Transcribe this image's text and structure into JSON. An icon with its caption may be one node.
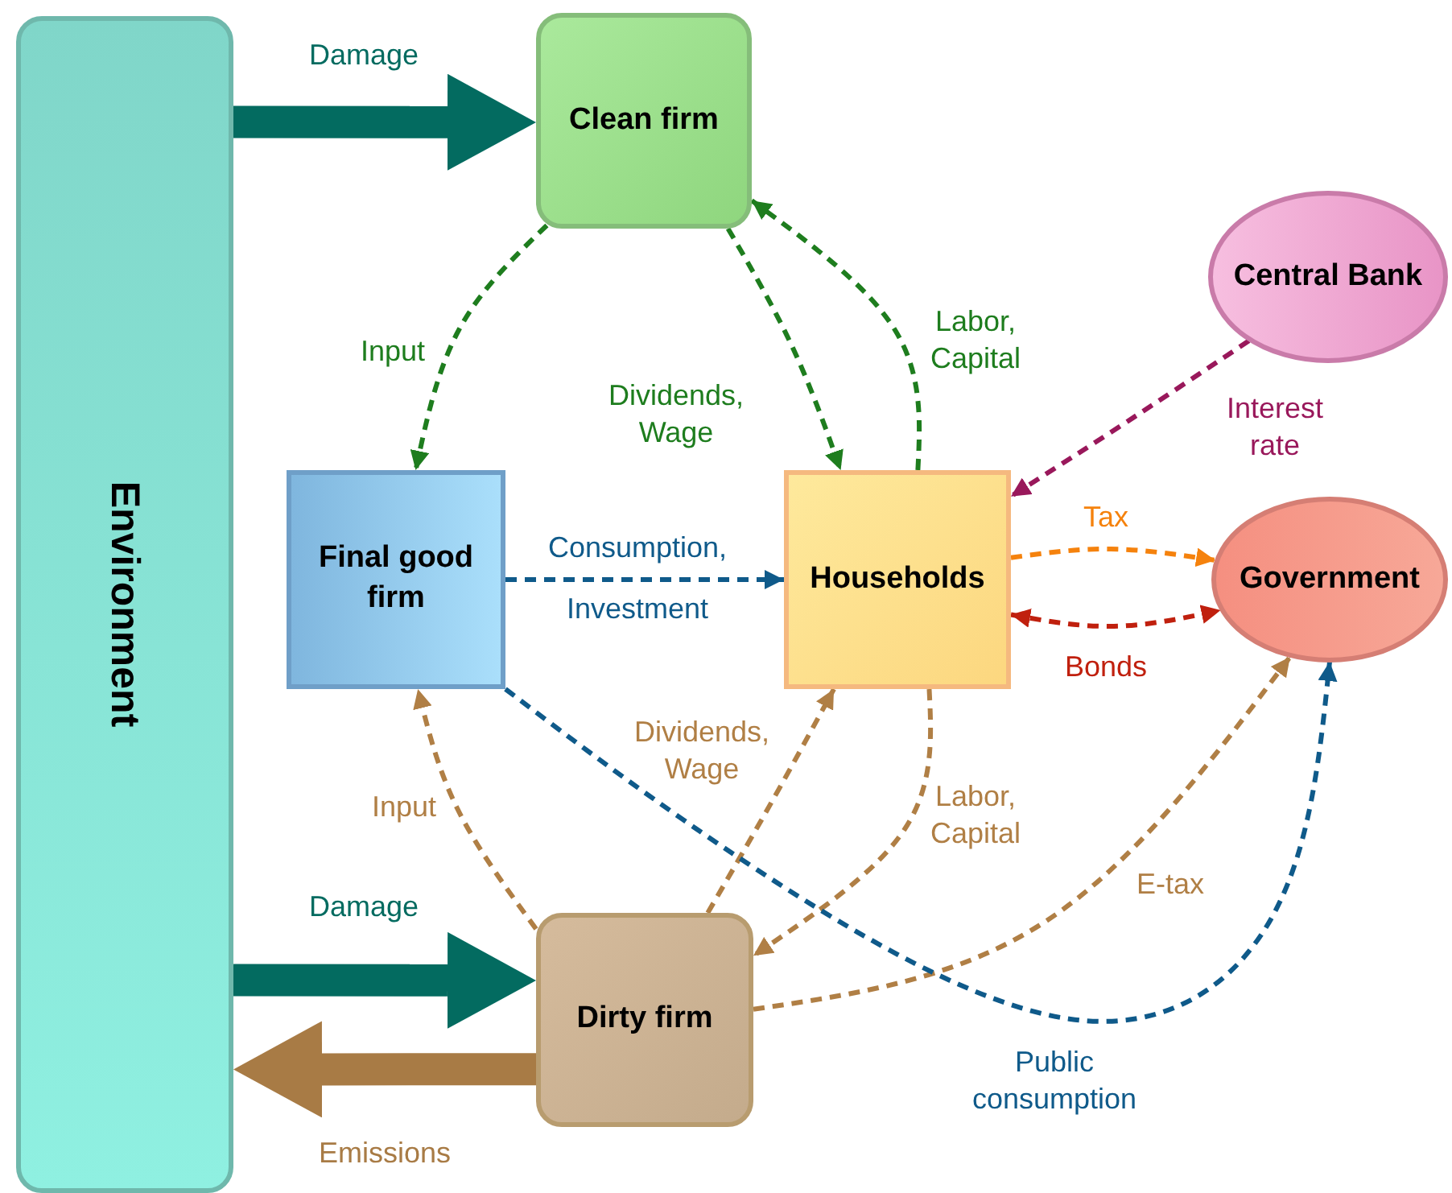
{
  "diagram": {
    "nodes": [
      {
        "text": [
          "Environment"
        ]
      },
      {
        "text": [
          "Clean firm"
        ]
      },
      {
        "text": [
          "Central Bank"
        ]
      },
      {
        "text": [
          "Final good firm"
        ]
      },
      {
        "text": [
          "Households"
        ]
      },
      {
        "text": [
          "Government"
        ]
      },
      {
        "text": [
          "Dirty firm"
        ]
      }
    ],
    "edges": [
      {
        "from": 0,
        "to": 1,
        "arrow": "to",
        "label": "Damage",
        "style": "thick",
        "color": "#036b60"
      },
      {
        "from": 0,
        "to": 6,
        "arrow": "to",
        "label": "Damage",
        "style": "thick",
        "color": "#036b60"
      },
      {
        "from": 6,
        "to": 0,
        "arrow": "to",
        "label": "Emissions",
        "style": "thick",
        "color": "#a87b45"
      },
      {
        "from": 1,
        "to": 3,
        "arrow": "to",
        "label": "Input",
        "style": "dashed",
        "color": "#1e7d1e"
      },
      {
        "from": 1,
        "to": 4,
        "arrow": "to",
        "label": "Dividends, Wage",
        "style": "dashed",
        "color": "#1e7d1e"
      },
      {
        "from": 4,
        "to": 1,
        "arrow": "to",
        "label": "Labor, Capital",
        "style": "dashed",
        "color": "#1e7d1e"
      },
      {
        "from": 2,
        "to": 4,
        "arrow": "to",
        "label": "Interest rate",
        "style": "dashed",
        "color": "#99185b"
      },
      {
        "from": 3,
        "to": 4,
        "arrow": "to",
        "label": "Consumption, Investment",
        "style": "dashed",
        "color": "#0f5a8a"
      },
      {
        "from": 4,
        "to": 5,
        "arrow": "to",
        "label": "Tax",
        "style": "dashed",
        "color": "#f5820d"
      },
      {
        "from": 4,
        "to": 5,
        "arrow": "both",
        "label": "Bonds",
        "style": "dashed",
        "color": "#c0200e"
      },
      {
        "from": 6,
        "to": 3,
        "arrow": "to",
        "label": "Input",
        "style": "dashed",
        "color": "#b07f45"
      },
      {
        "from": 6,
        "to": 4,
        "arrow": "to",
        "label": "Dividends, Wage",
        "style": "dashed",
        "color": "#b07f45"
      },
      {
        "from": 4,
        "to": 6,
        "arrow": "to",
        "label": "Labor, Capital",
        "style": "dashed",
        "color": "#b07f45"
      },
      {
        "from": 6,
        "to": 5,
        "arrow": "to",
        "label": "E-tax",
        "style": "dashed",
        "color": "#b07f45"
      },
      {
        "from": 3,
        "to": 5,
        "arrow": "to",
        "label": "Public consumption",
        "style": "dashed",
        "color": "#0f5a8a"
      }
    ]
  }
}
